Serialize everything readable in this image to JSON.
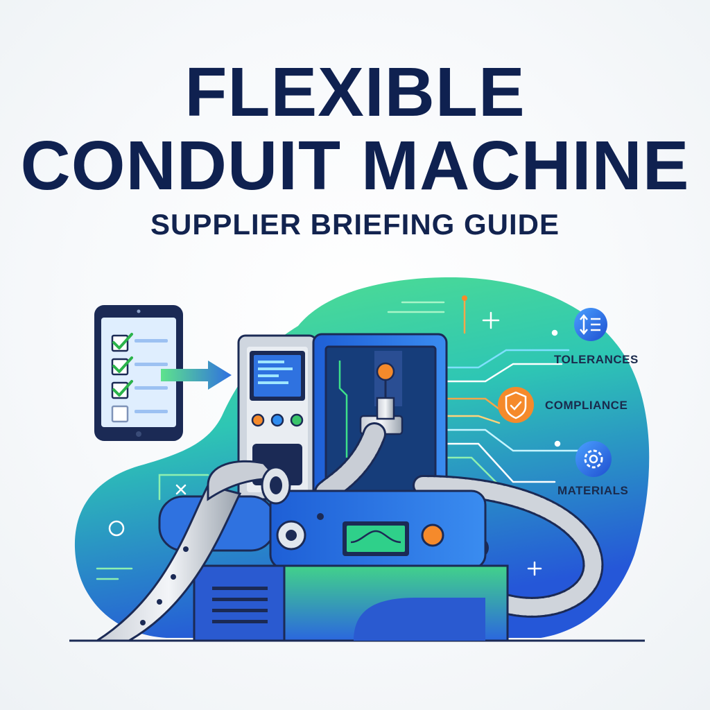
{
  "header": {
    "title_line1": "FLEXIBLE",
    "title_line2": "CONDUIT MACHINE",
    "subtitle": "SUPPLIER BRIEFING GUIDE"
  },
  "callouts": [
    {
      "label": "TOLERANCES",
      "icon": "tolerance-arrows-icon",
      "color": "#2f6fe0"
    },
    {
      "label": "COMPLIANCE",
      "icon": "shield-check-icon",
      "color": "#f28a2e"
    },
    {
      "label": "MATERIALS",
      "icon": "gear-icon",
      "color": "#2f6fe0"
    }
  ],
  "colors": {
    "title": "#0f2150",
    "blob_green": "#4fe08c",
    "blob_blue": "#2a63e0",
    "machine_blue": "#2f72e0",
    "accent_orange": "#f58a2b",
    "check_green": "#2bb34a"
  }
}
